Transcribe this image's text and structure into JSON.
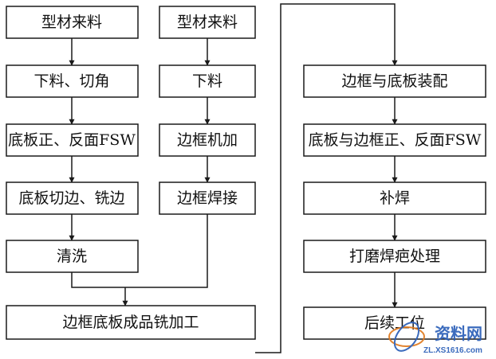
{
  "nodes": {
    "n1": "型材来料",
    "n2": "下料、切角",
    "n3": "底板正、反面FSW",
    "n4": "底板切边、铣边",
    "n5": "清洗",
    "n6": "型材来料",
    "n7": "下料",
    "n8": "边框机加",
    "n9": "边框焊接",
    "n10": "边框底板成品铣加工",
    "n11": "边框与底板装配",
    "n12": "底板与边框正、反面FSW",
    "n13": "补焊",
    "n14": "打磨焊疤处理",
    "n15": "后续工位"
  },
  "watermark": {
    "brand": "资料网",
    "domain": "ZL.XS1616.com"
  },
  "colors": {
    "stroke": "#1a1a1a",
    "text": "#111111",
    "watermark_blue": "#2b5fb8",
    "watermark_orange": "#e07a1f"
  }
}
